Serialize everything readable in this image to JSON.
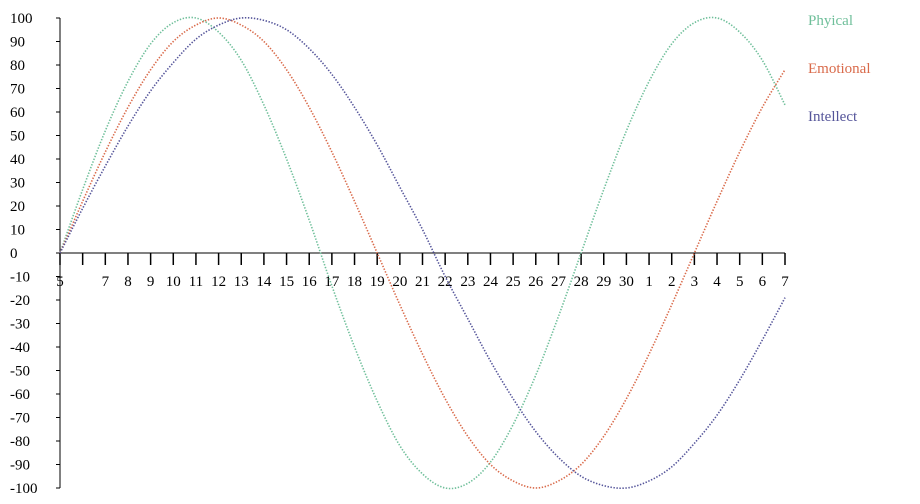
{
  "chart_data": {
    "type": "line",
    "x": [
      "5",
      "6",
      "7",
      "8",
      "9",
      "10",
      "11",
      "12",
      "13",
      "14",
      "15",
      "16",
      "17",
      "18",
      "19",
      "20",
      "21",
      "22",
      "23",
      "24",
      "25",
      "26",
      "27",
      "28",
      "29",
      "30",
      "1",
      "2",
      "3",
      "4",
      "5",
      "6",
      "7"
    ],
    "x_tick_labels": [
      "5",
      "",
      "7",
      "8",
      "9",
      "10",
      "11",
      "12",
      "13",
      "14",
      "15",
      "16",
      "17",
      "18",
      "19",
      "20",
      "21",
      "22",
      "23",
      "24",
      "25",
      "26",
      "27",
      "28",
      "29",
      "30",
      "1",
      "2",
      "3",
      "4",
      "5",
      "6",
      "7"
    ],
    "y_ticks": [
      100,
      90,
      80,
      70,
      60,
      50,
      40,
      30,
      20,
      10,
      0,
      -10,
      -20,
      -30,
      -40,
      -50,
      -60,
      -70,
      -80,
      -90,
      -100
    ],
    "ylim": [
      -100,
      100
    ],
    "grid": false,
    "legend_position": "top-right",
    "series": [
      {
        "name": "Phyical",
        "color": "#6fbf9a",
        "values": [
          0,
          27,
          52,
          73,
          89,
          98,
          100,
          94,
          82,
          63,
          40,
          14,
          -14,
          -40,
          -63,
          -82,
          -94,
          -100,
          -98,
          -89,
          -73,
          -52,
          -27,
          0,
          27,
          52,
          73,
          89,
          98,
          100,
          94,
          82,
          63
        ]
      },
      {
        "name": "Emotional",
        "color": "#d96a4a",
        "values": [
          0,
          22,
          43,
          62,
          78,
          90,
          97,
          100,
          97,
          90,
          78,
          62,
          43,
          22,
          0,
          -22,
          -43,
          -62,
          -78,
          -90,
          -97,
          -100,
          -97,
          -90,
          -78,
          -62,
          -43,
          -22,
          0,
          22,
          43,
          62,
          78
        ]
      },
      {
        "name": "Intellect",
        "color": "#55559a",
        "values": [
          0,
          19,
          37,
          54,
          69,
          81,
          91,
          97,
          100,
          99,
          95,
          87,
          76,
          62,
          46,
          28,
          10,
          -10,
          -28,
          -46,
          -62,
          -76,
          -87,
          -95,
          -99,
          -100,
          -97,
          -91,
          -81,
          -69,
          -54,
          -37,
          -19
        ]
      }
    ]
  }
}
